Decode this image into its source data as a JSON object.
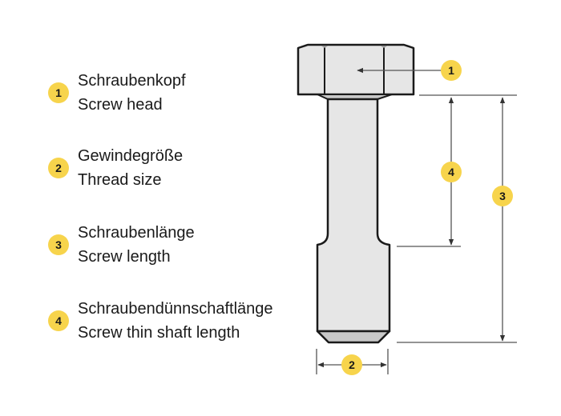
{
  "legend": [
    {
      "number": "1",
      "label_de": "Schraubenkopf",
      "label_en": "Screw head"
    },
    {
      "number": "2",
      "label_de": "Gewindegröße",
      "label_en": "Thread size"
    },
    {
      "number": "3",
      "label_de": "Schraubenlänge",
      "label_en": "Screw length"
    },
    {
      "number": "4",
      "label_de": "Schraubendünnschaftlänge",
      "label_en": "Screw thin shaft length"
    }
  ],
  "diagram": {
    "callouts": [
      "1",
      "2",
      "3",
      "4"
    ],
    "colors": {
      "badge": "#f7d44c",
      "fill": "#e6e6e6",
      "chamfer": "#c8c8c8",
      "stroke": "#1a1a1a",
      "dim_line": "#555555"
    }
  }
}
